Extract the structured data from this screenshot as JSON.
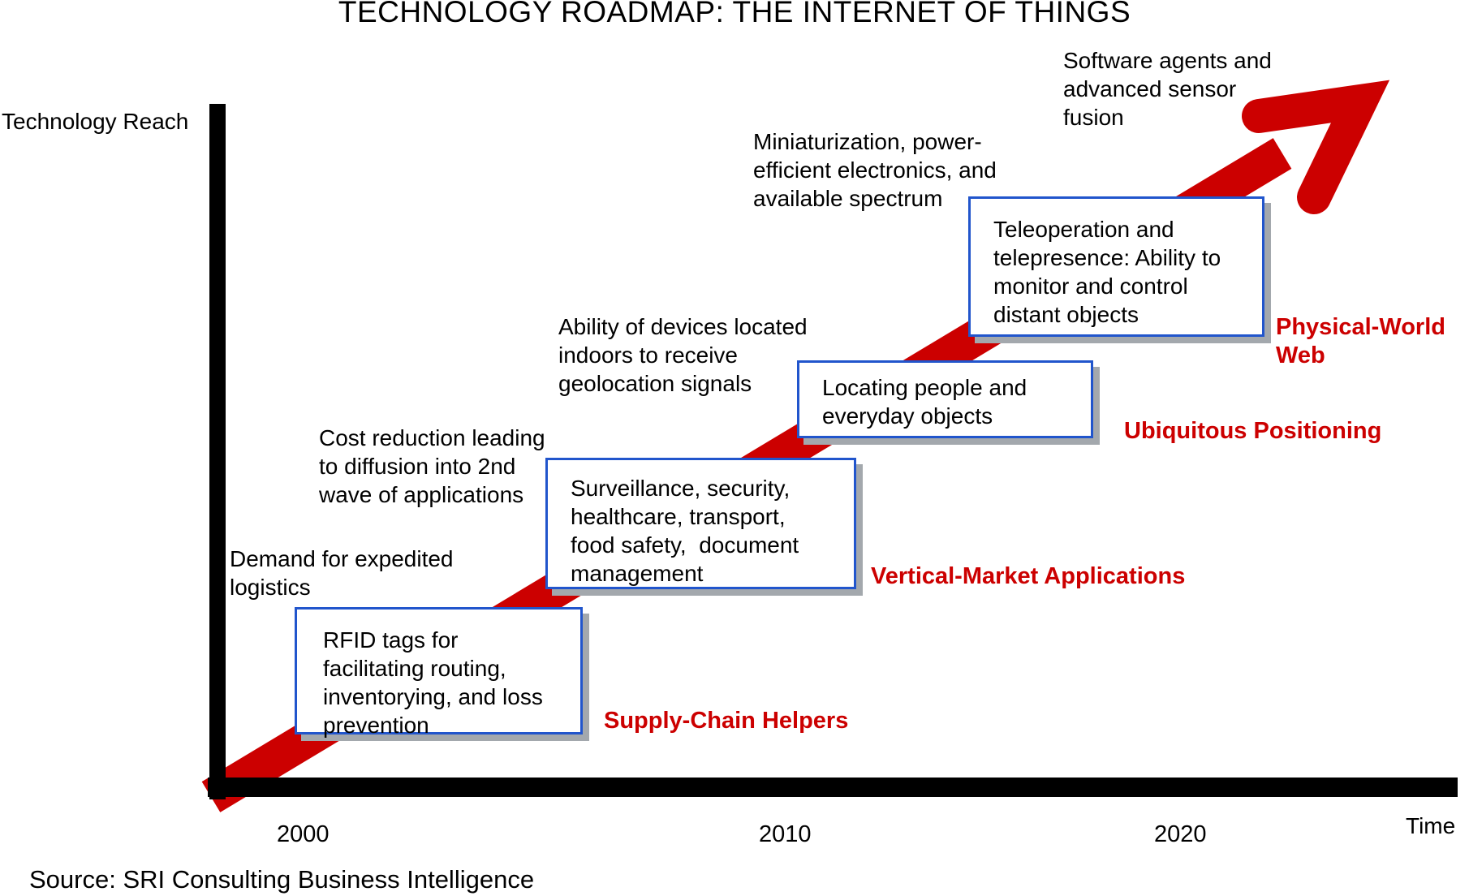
{
  "title": "TECHNOLOGY ROADMAP: THE INTERNET OF THINGS",
  "axes": {
    "y_label": "Technology Reach",
    "x_label": "Time",
    "x_ticks": [
      "2000",
      "2010",
      "2020"
    ]
  },
  "arrow": {
    "icon": "up-right-growth-arrow",
    "color": "#CC0000"
  },
  "milestones": [
    {
      "enabler_note": "Demand for expedited\nlogistics",
      "box_text": "RFID tags for\nfacilitating routing,\ninventorying, and loss\nprevention",
      "stage_label": "Supply-Chain Helpers"
    },
    {
      "enabler_note": "Cost reduction leading\nto diffusion into 2nd\nwave of applications",
      "box_text": "Surveillance, security,\nhealthcare, transport,\nfood safety,  document\nmanagement",
      "stage_label": "Vertical-Market Applications"
    },
    {
      "enabler_note": "Ability of devices located\nindoors to receive\ngeolocation signals",
      "box_text": "Locating people and\neveryday objects",
      "stage_label": "Ubiquitous Positioning"
    },
    {
      "enabler_note": "Miniaturization, power-\nefficient electronics, and\navailable spectrum",
      "box_text": "Teleoperation and\ntelepresence: Ability to\nmonitor and control\ndistant objects",
      "stage_label": "Physical-World\nWeb"
    },
    {
      "enabler_note": "Software agents and\nadvanced sensor\nfusion"
    }
  ],
  "source": "Source: SRI Consulting Business Intelligence",
  "colors": {
    "arrow_red": "#CC0000",
    "stage_label_red": "#CC0000",
    "box_border_blue": "#2155CC",
    "axis_black": "#000000"
  }
}
